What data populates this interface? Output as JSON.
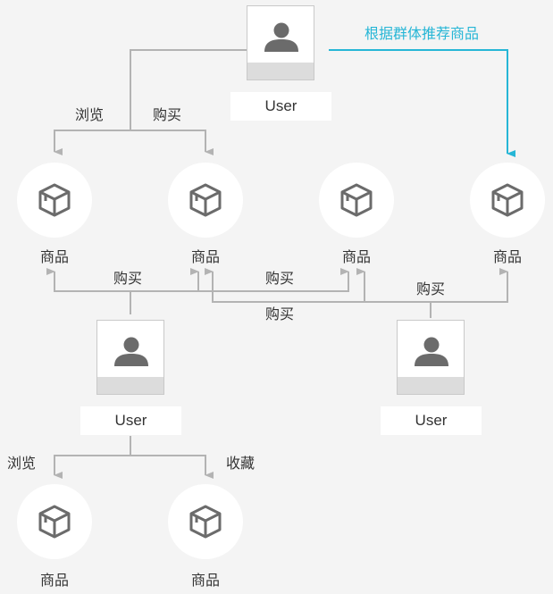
{
  "users": [
    {
      "id": "u-top",
      "label": "User"
    },
    {
      "id": "u-mid-left",
      "label": "User"
    },
    {
      "id": "u-mid-right",
      "label": "User"
    }
  ],
  "products": [
    {
      "id": "p1",
      "label": "商品"
    },
    {
      "id": "p2",
      "label": "商品"
    },
    {
      "id": "p3",
      "label": "商品"
    },
    {
      "id": "p4",
      "label": "商品"
    },
    {
      "id": "p5",
      "label": "商品"
    },
    {
      "id": "p6",
      "label": "商品"
    }
  ],
  "edges": [
    {
      "id": "e1",
      "from": "u-top",
      "to": "p1",
      "label": "浏览"
    },
    {
      "id": "e2",
      "from": "u-top",
      "to": "p2",
      "label": "购买"
    },
    {
      "id": "e3",
      "from": "u-mid-left",
      "to": "p1",
      "label": "购买"
    },
    {
      "id": "e4",
      "from": "u-mid-left",
      "to": "p3",
      "label": "购买"
    },
    {
      "id": "e5",
      "from": "u-mid-right",
      "to": "p4",
      "label": "购买"
    },
    {
      "id": "e6",
      "from": "u-mid-right",
      "to": "p2",
      "label": "购买"
    },
    {
      "id": "e7",
      "from": "u-mid-left",
      "to": "p5",
      "label": "浏览"
    },
    {
      "id": "e8",
      "from": "u-mid-left",
      "to": "p6",
      "label": "收藏"
    }
  ],
  "recommendation": {
    "from": "u-top",
    "to": "p4",
    "label": "根据群体推荐商品"
  },
  "colors": {
    "line": "#b3b3b3",
    "highlight": "#26b6d6",
    "icon": "#6b6b6b",
    "background": "#f4f4f4"
  }
}
